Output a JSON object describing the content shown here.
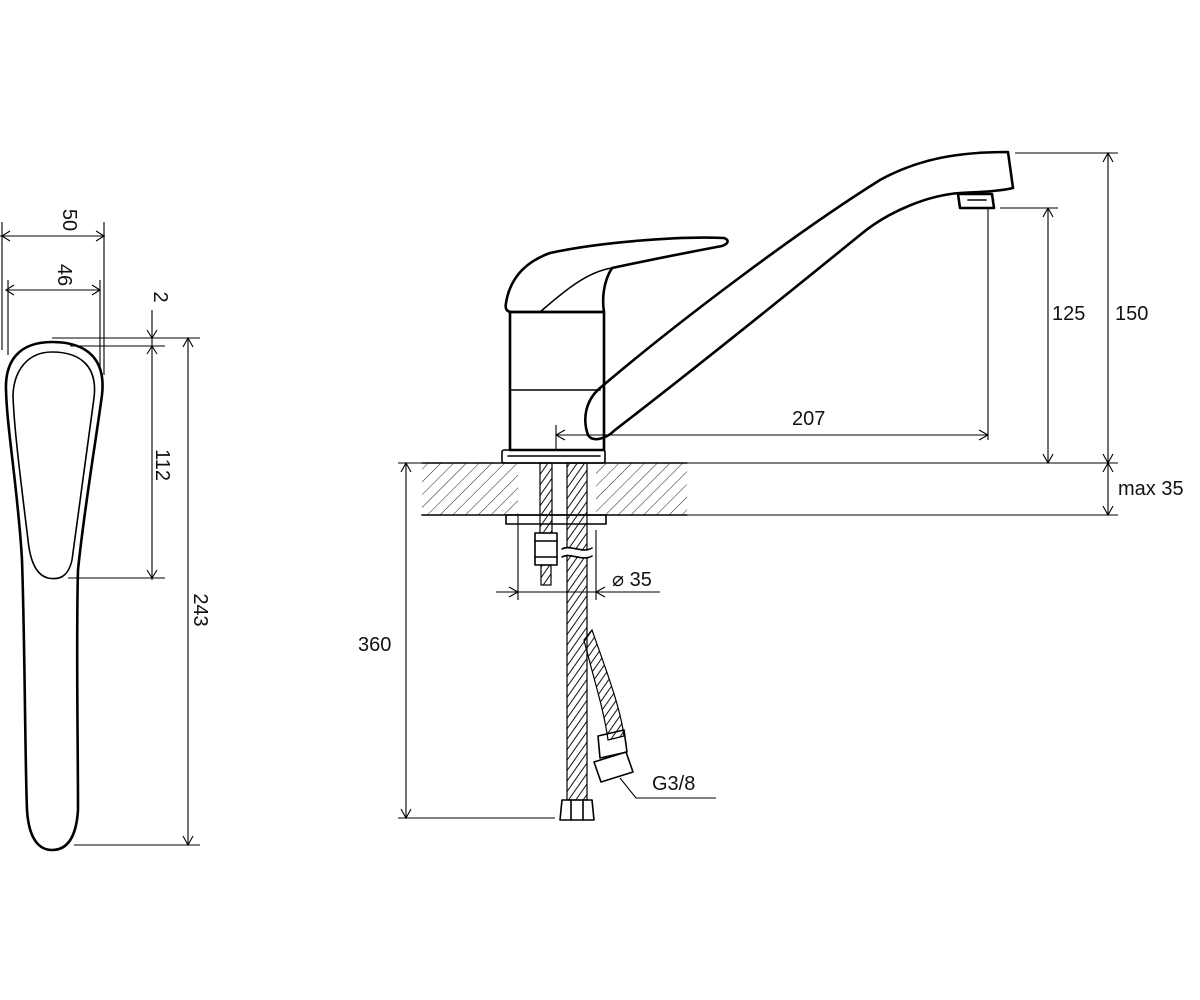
{
  "dimensions": {
    "handle_width_outer": "50",
    "handle_width_inner": "46",
    "handle_offset": "2",
    "handle_head_length": "112",
    "handle_total_length": "243",
    "spout_reach": "207",
    "aerator_height": "125",
    "spout_height": "150",
    "deck_thickness": "max 35",
    "hole_diameter": "⌀ 35",
    "hose_length": "360",
    "thread_size": "G3/8"
  },
  "colors": {
    "line": "#000000",
    "background": "#ffffff"
  }
}
